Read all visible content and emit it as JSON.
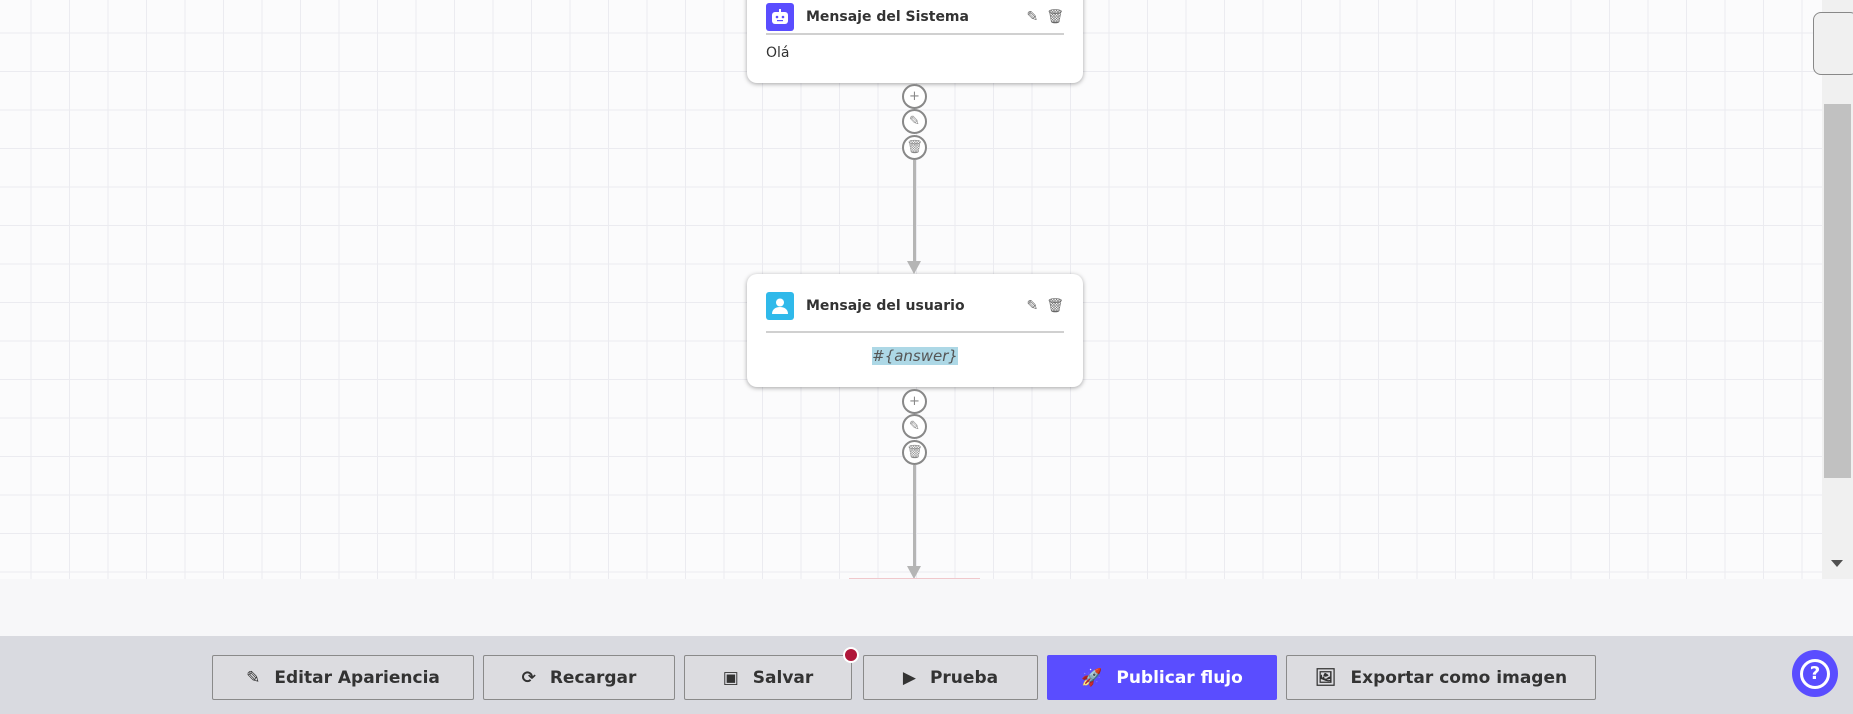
{
  "nodes": [
    {
      "type": "system",
      "title": "Mensaje del Sistema",
      "content": "Olá",
      "icon": "robot-icon",
      "color": "#5a4dff"
    },
    {
      "type": "user",
      "title": "Mensaje del usuario",
      "content": "#{answer}",
      "icon": "user-icon",
      "color": "#2fb9ea"
    }
  ],
  "toolbar": {
    "edit_appearance": "Editar Apariencia",
    "reload": "Recargar",
    "save": "Salvar",
    "test": "Prueba",
    "publish": "Publicar flujo",
    "export": "Exportar como imagen"
  },
  "colors": {
    "accent": "#5a4dff",
    "unsaved_dot": "#b0173a"
  }
}
